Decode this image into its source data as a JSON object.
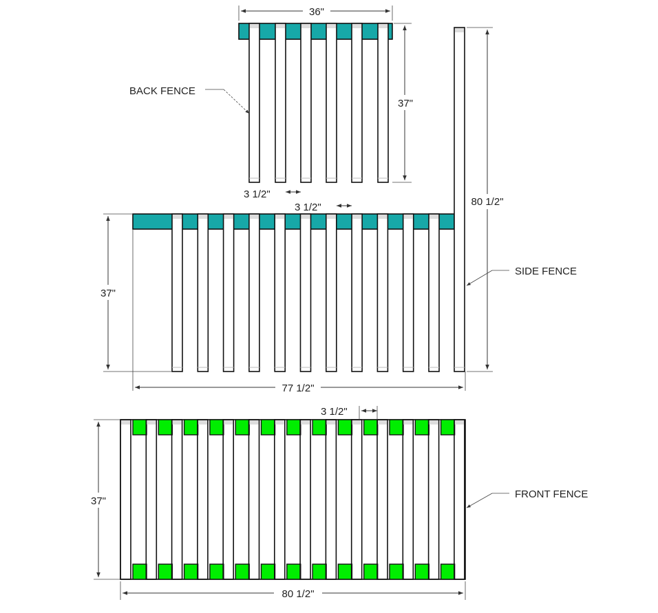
{
  "colors": {
    "rail": "#17a8a8",
    "block": "#00ee00",
    "outline": "#111111",
    "picket_cap": "#dddddd"
  },
  "back_fence": {
    "label": "BACK FENCE",
    "width_dim": "36\"",
    "height_dim": "37\"",
    "spacing_dim": "3 1/2\""
  },
  "side_fence": {
    "label": "SIDE FENCE",
    "height_dim": "37\"",
    "post_height_dim": "80 1/2\"",
    "width_dim": "77 1/2\"",
    "spacing_dim": "3 1/2\""
  },
  "front_fence": {
    "label": "FRONT FENCE",
    "height_dim": "37\"",
    "width_dim": "80 1/2\"",
    "spacing_dim": "3 1/2\""
  }
}
